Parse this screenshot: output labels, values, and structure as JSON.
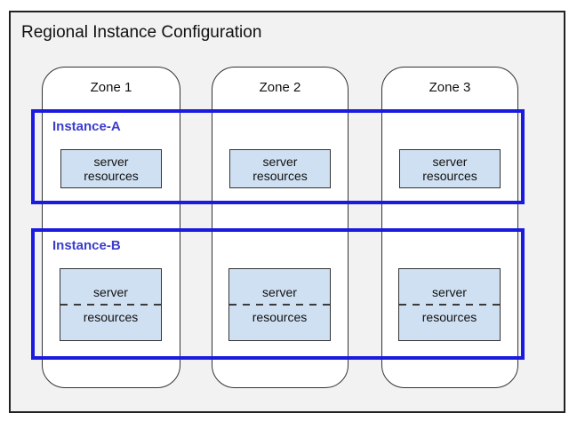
{
  "diagram": {
    "title": "Regional Instance Configuration",
    "zones": [
      {
        "label": "Zone 1"
      },
      {
        "label": "Zone 2"
      },
      {
        "label": "Zone 3"
      }
    ],
    "instances": [
      {
        "label": "Instance-A",
        "server_boxes": [
          {
            "line1": "server",
            "line2": "resources"
          },
          {
            "line1": "server",
            "line2": "resources"
          },
          {
            "line1": "server",
            "line2": "resources"
          }
        ]
      },
      {
        "label": "Instance-B",
        "server_boxes": [
          {
            "line1": "server",
            "line2": "resources",
            "divider": "dashed"
          },
          {
            "line1": "server",
            "line2": "resources",
            "divider": "dashed"
          },
          {
            "line1": "server",
            "line2": "resources",
            "divider": "dashed"
          }
        ]
      }
    ],
    "colors": {
      "region_bg": "#f2f2f2",
      "region_border": "#222222",
      "zone_bg": "#ffffff",
      "zone_border": "#333333",
      "instance_border": "#1b1be0",
      "instance_label": "#3c3ccd",
      "server_box_bg": "#cfe0f2",
      "server_box_border": "#333333",
      "text": "#111111"
    }
  }
}
